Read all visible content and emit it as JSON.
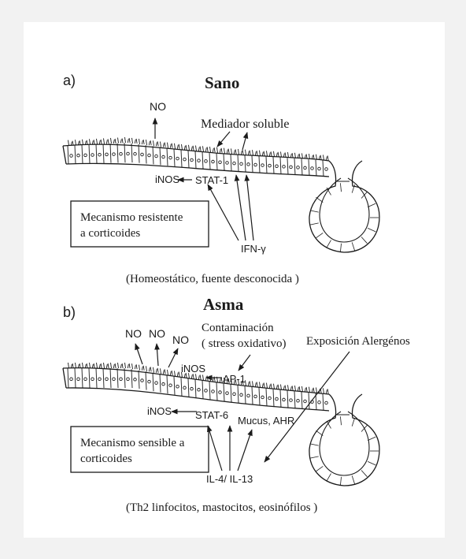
{
  "panels": [
    {
      "letter": "a)",
      "title": "Sano",
      "labels": {
        "no": "NO",
        "mediador": "Mediador soluble",
        "inos": "iNOS",
        "stat": "STAT-1",
        "ifn": "IFN-γ"
      },
      "box": {
        "line1": "Mecanismo resistente",
        "line2": "a corticoides"
      },
      "caption": "(Homeostático, fuente desconocida )"
    },
    {
      "letter": "b)",
      "title": "Asma",
      "labels": {
        "no1": "NO",
        "no2": "NO",
        "no3": "NO",
        "contaminacion": "Contaminación",
        "stress": "( stress oxidativo)",
        "exposicion": "Exposición Alergénos",
        "inos_upper": "iNOS",
        "ap1": "AP-1",
        "inos_lower": "iNOS",
        "stat": "STAT-6",
        "mucus": "Mucus, AHR",
        "il": "IL-4/ IL-13"
      },
      "box": {
        "line1": "Mecanismo sensible a",
        "line2": "corticoides"
      },
      "caption": "(Th2 linfocitos, mastocitos, eosinófilos )"
    }
  ],
  "colors": {
    "background": "#f2f2f2",
    "panel": "#ffffff",
    "ink": "#1a1a1a"
  }
}
